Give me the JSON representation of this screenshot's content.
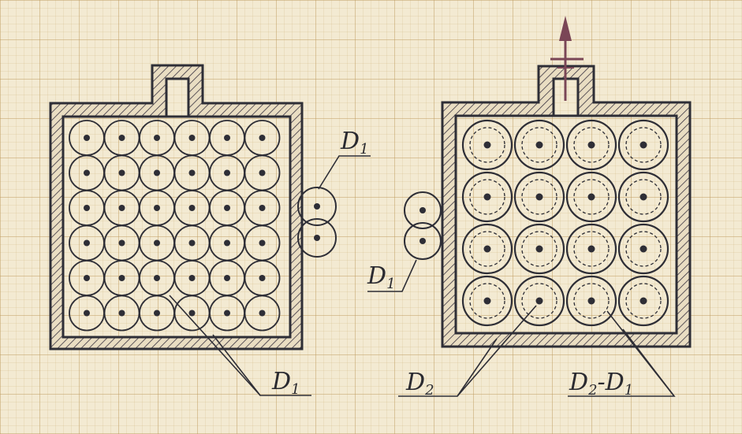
{
  "drawing": {
    "labels": {
      "left_outside": {
        "main": "D",
        "sub": "1"
      },
      "left_bottom": {
        "main": "D",
        "sub": "1"
      },
      "right_outside": {
        "main": "D",
        "sub": "1"
      },
      "right_bottom_center": {
        "main": "D",
        "sub": "2"
      },
      "right_bottom_diff": {
        "main": "D",
        "sub2": "2",
        "dash": "-D",
        "sub1": "1"
      }
    },
    "colors": {
      "ink": "#2e2e36",
      "hatch": "#3a3440",
      "arrow": "#7a4656",
      "paper": "#f3ead2"
    },
    "left_container": {
      "rows": 6,
      "cols": 6
    },
    "right_container": {
      "rows": 4,
      "cols": 4
    }
  }
}
